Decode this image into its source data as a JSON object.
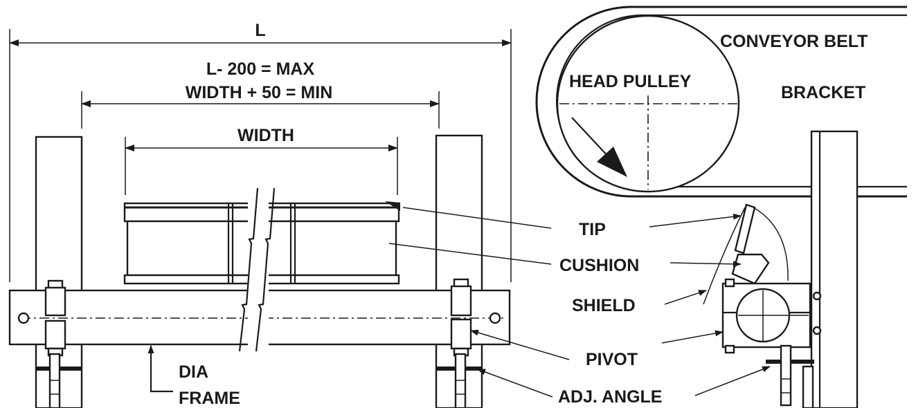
{
  "labels": {
    "l": "L",
    "max": "L- 200 = MAX",
    "min": "WIDTH + 50 = MIN",
    "width": "WIDTH",
    "dia": "DIA",
    "frame": "FRAME",
    "conveyor_belt": "CONVEYOR BELT",
    "head_pulley": "HEAD PULLEY",
    "bracket": "BRACKET",
    "tip": "TIP",
    "cushion": "CUSHION",
    "shield": "SHIELD",
    "pivot": "PIVOT",
    "adj_angle": "ADJ. ANGLE"
  },
  "colors": {
    "ink": "#1a1a1a",
    "paper": "#ffffff"
  }
}
